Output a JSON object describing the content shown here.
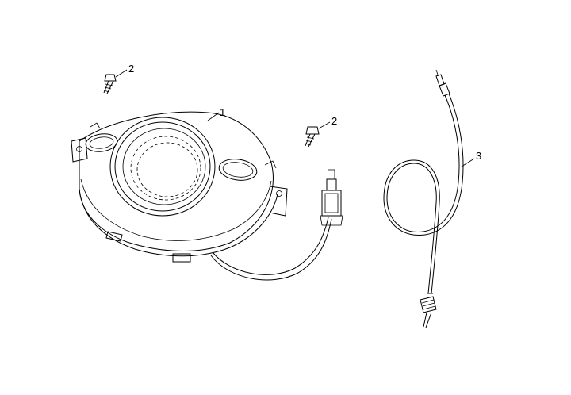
{
  "callouts": {
    "part1": "1",
    "part2_left": "2",
    "part2_right": "2",
    "part3": "3"
  },
  "colors": {
    "line": "#000000",
    "background": "#ffffff"
  }
}
